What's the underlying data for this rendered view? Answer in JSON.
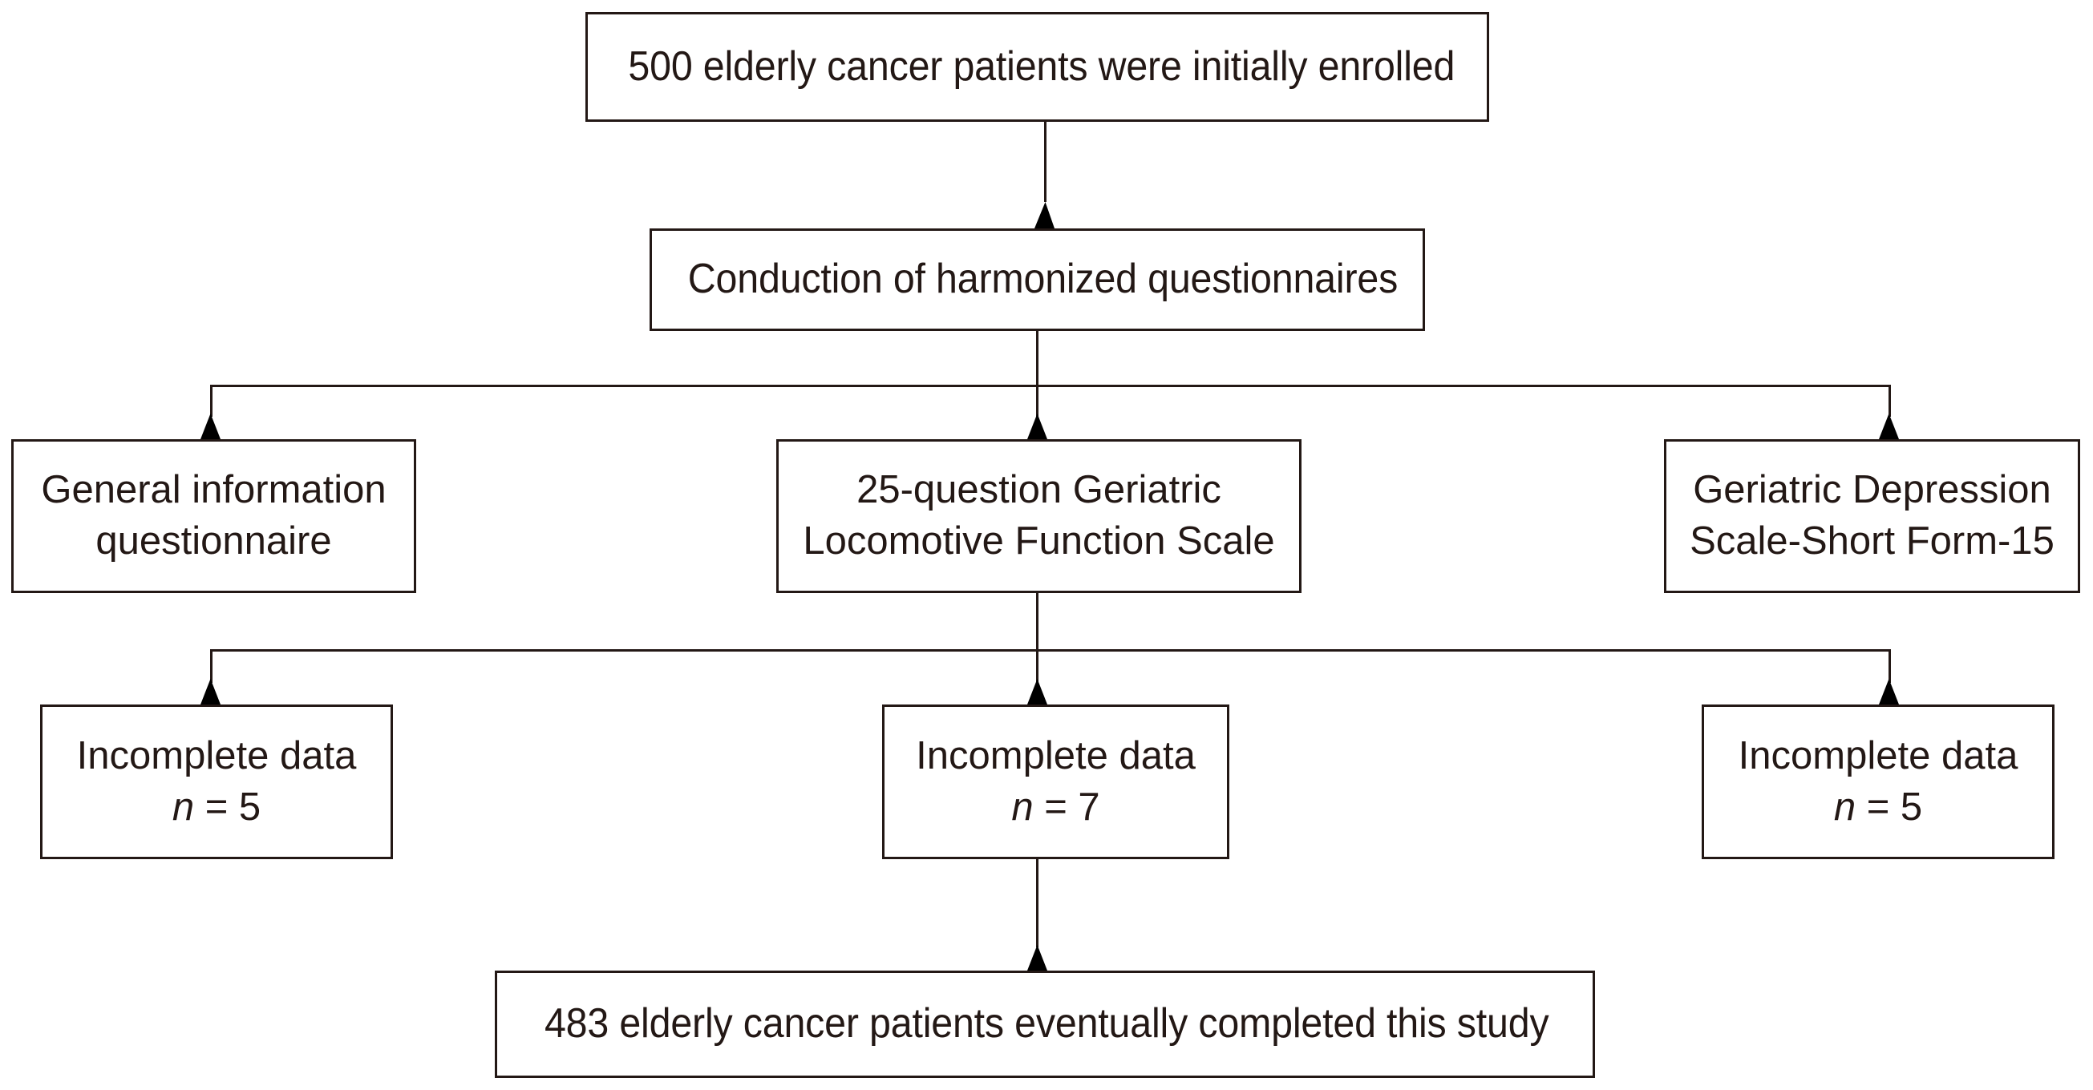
{
  "diagram": {
    "type": "study-flowchart",
    "title_text": "",
    "colors": {
      "stroke": "#231815",
      "background": "#ffffff",
      "text": "#231815"
    },
    "nodes": {
      "enrolled": {
        "text": "500 elderly cancer patients were initially enrolled"
      },
      "questionnaires": {
        "text": "Conduction of harmonized questionnaires"
      },
      "instrument_general_l1": "General information",
      "instrument_general_l2": "questionnaire",
      "instrument_glfs_l1": "25-question Geriatric",
      "instrument_glfs_l2": "Locomotive Function Scale",
      "instrument_gds_l1": "Geriatric Depression",
      "instrument_gds_l2": "Scale-Short Form-15",
      "incomplete_left_l1": "Incomplete data",
      "incomplete_left_l2_symbol": "n",
      "incomplete_left_l2_value": " = 5",
      "incomplete_center_l1": "Incomplete data",
      "incomplete_center_l2_symbol": "n",
      "incomplete_center_l2_value": " = 7",
      "incomplete_right_l1": "Incomplete data",
      "incomplete_right_l2_symbol": "n",
      "incomplete_right_l2_value": " = 5",
      "completed": {
        "text": "483 elderly cancer patients eventually completed this study"
      }
    },
    "counts": {
      "initially_enrolled": 500,
      "incomplete_general_information_questionnaire": 5,
      "incomplete_geriatric_locomotive_function_scale": 7,
      "incomplete_geriatric_depression_scale": 5,
      "finally_completed": 483
    }
  }
}
